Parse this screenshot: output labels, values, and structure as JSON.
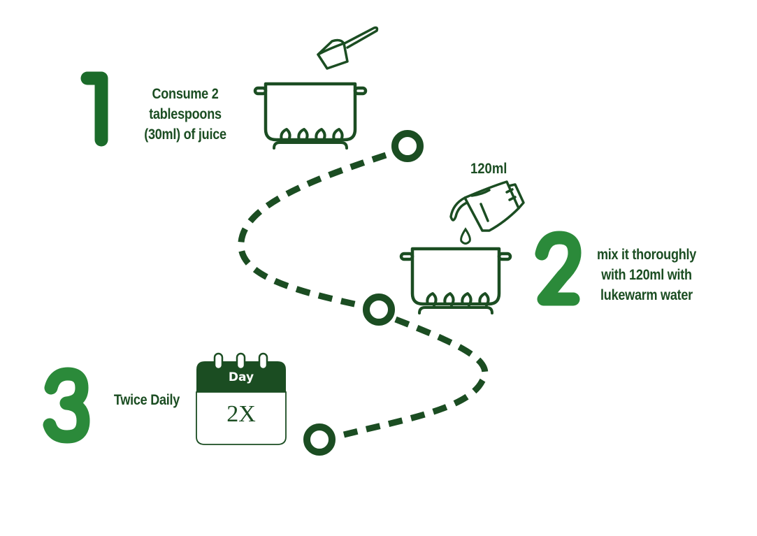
{
  "colors": {
    "dark_green": "#1b4d22",
    "numeral_1": "#1b6b2a",
    "numeral_green": "#2b8a3a",
    "background": "#ffffff"
  },
  "steps": [
    {
      "number": "1",
      "text_lines": [
        "Consume 2",
        "tablespoons",
        "(30ml) of juice"
      ],
      "icons": [
        "scoop-icon",
        "cooking-pot-icon",
        "stove-burner-icon"
      ]
    },
    {
      "number": "2",
      "text_lines": [
        "mix it thoroughly",
        "with 120ml with",
        "lukewarm water"
      ],
      "quantity_label": "120ml",
      "icons": [
        "measuring-jug-icon",
        "water-drop-icon",
        "cooking-pot-icon",
        "stove-burner-icon"
      ]
    },
    {
      "number": "3",
      "text_lines": [
        "Twice Daily"
      ],
      "calendar": {
        "header": "Day",
        "value": "2X"
      },
      "icons": [
        "calendar-icon"
      ]
    }
  ],
  "path": {
    "style": "dashed",
    "waypoints": 3,
    "waypoint_icon": "ring-marker-icon"
  }
}
